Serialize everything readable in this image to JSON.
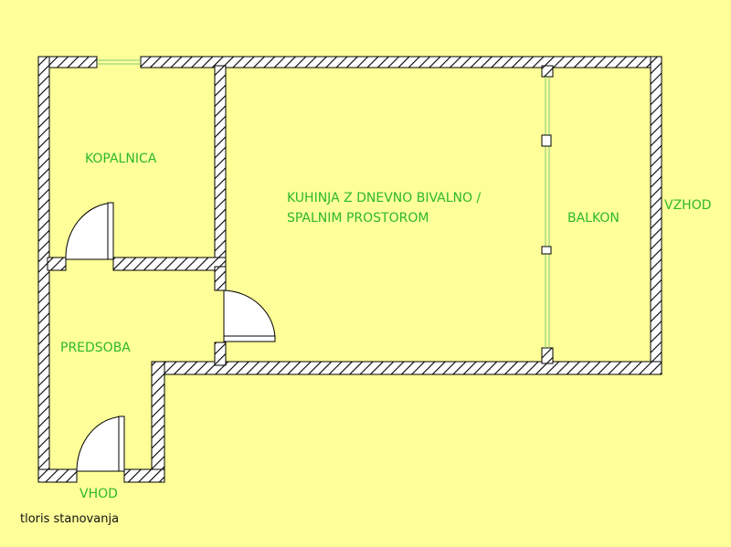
{
  "rooms": {
    "bathroom": "KOPALNICA",
    "living_line1": "KUHINJA Z DNEVNO BIVALNO /",
    "living_line2": "SPALNIM PROSTOROM",
    "balcony": "BALKON",
    "hallway": "PREDSOBA"
  },
  "labels": {
    "entrance": "VHOD",
    "east": "VZHOD"
  },
  "caption": "tloris stanovanja",
  "colors": {
    "background": "#ffff99",
    "label_green": "#2db82d",
    "wall_stroke": "#000000",
    "wall_fill": "#ffffff",
    "glass": "#9fd89f"
  }
}
